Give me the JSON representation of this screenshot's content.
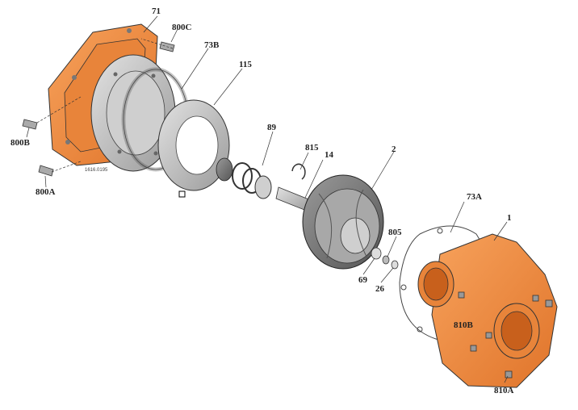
{
  "diagram": {
    "drawing_number": "1616.0195",
    "part_labels": {
      "p71": "71",
      "p800C": "800C",
      "p73B": "73B",
      "p115": "115",
      "p89": "89",
      "p815": "815",
      "p14": "14",
      "p2": "2",
      "p73A": "73A",
      "p1": "1",
      "p805": "805",
      "p69": "69",
      "p26": "26",
      "p800B": "800B",
      "p800A": "800A",
      "p810B": "810B",
      "p810A": "810A"
    },
    "colors": {
      "casing_orange": "#f08a3c",
      "metal_grey": "#b9b9b9",
      "outline": "#333333"
    }
  }
}
